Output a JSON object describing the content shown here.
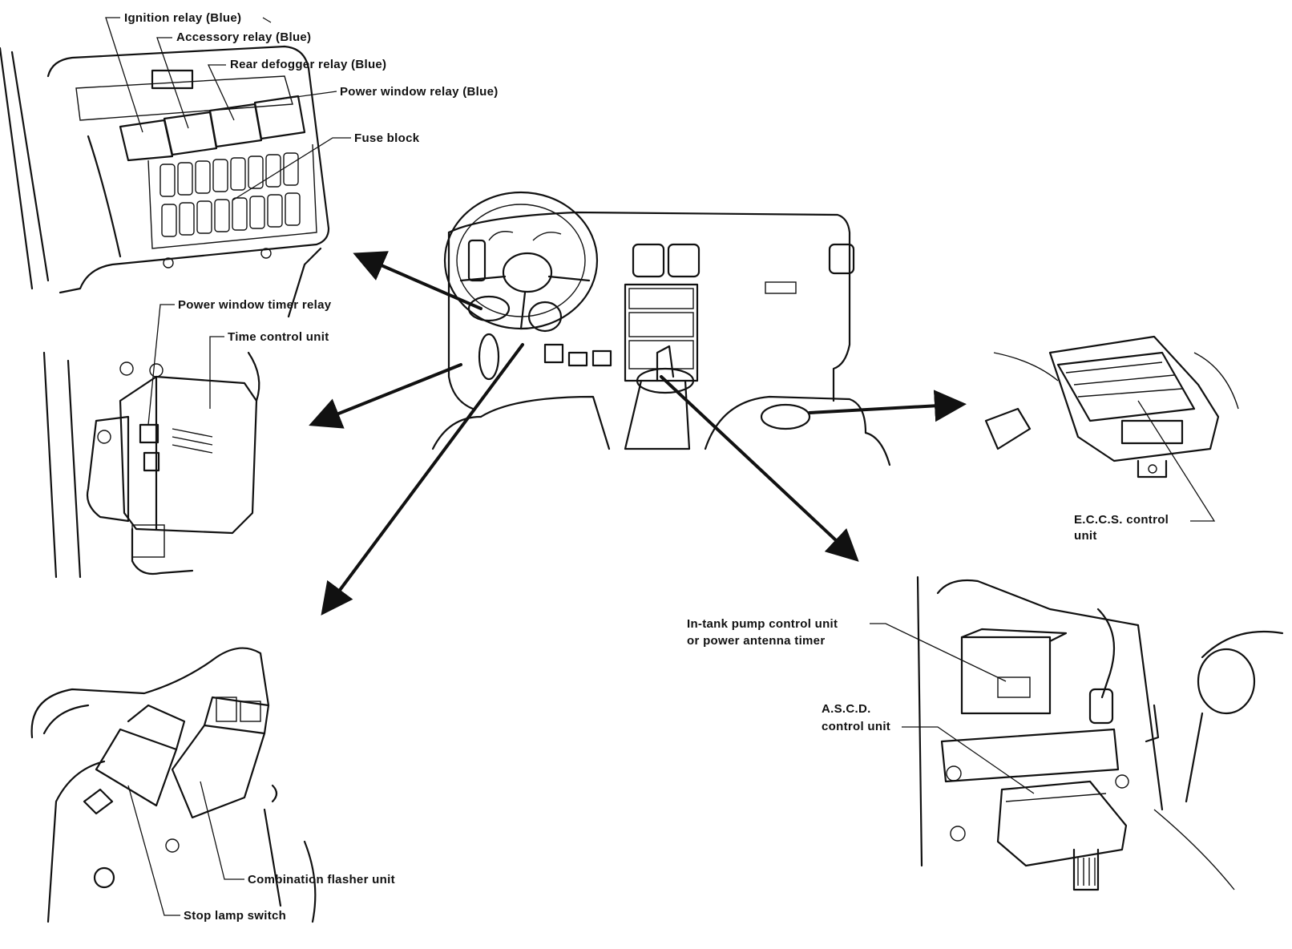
{
  "labels": {
    "ignition_relay": "Ignition relay (Blue)",
    "accessory_relay": "Accessory relay (Blue)",
    "rear_defogger_relay": "Rear defogger relay (Blue)",
    "power_window_relay": "Power window relay (Blue)",
    "fuse_block": "Fuse block",
    "power_window_timer_relay": "Power window timer relay",
    "time_control_unit": "Time control unit",
    "eccs_line1": "E.C.C.S. control",
    "eccs_line2": "unit",
    "intank_line1": "In-tank pump control unit",
    "intank_line2": "or power antenna timer",
    "ascd_line1": "A.S.C.D.",
    "ascd_line2": "control unit",
    "combination_flasher": "Combination flasher unit",
    "stop_lamp_switch": "Stop lamp switch"
  },
  "colors": {
    "ink": "#111111",
    "paper": "#ffffff"
  }
}
